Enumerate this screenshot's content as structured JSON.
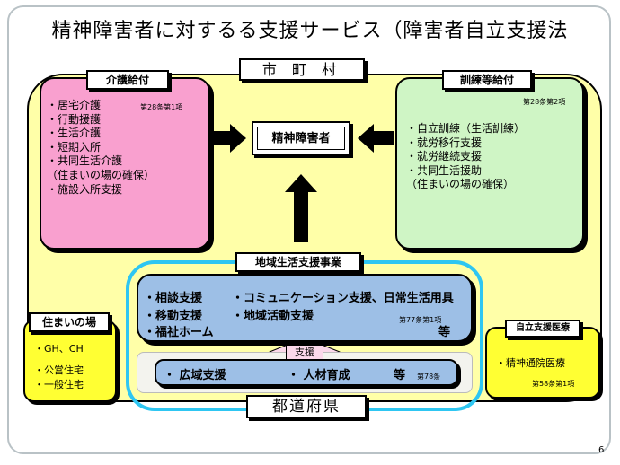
{
  "title": "精神障害者に対するる支援サービス（障害者自立支援法",
  "city_label": "市 町 村",
  "prefecture_label": "都道府県",
  "center_label": "精神障害者",
  "kaigo": {
    "tag": "介護給付",
    "article": "第28条第1項",
    "items": [
      "・居宅介護",
      "・行動援護",
      "・生活介護",
      "・短期入所",
      "・共同生活介護",
      "（住まいの場の確保）",
      "・施設入所支援"
    ]
  },
  "kunren": {
    "tag": "訓練等給付",
    "article": "第28条第2項",
    "items": [
      "・自立訓練（生活訓練）",
      "・就労移行支援",
      "・就労継続支援",
      "・共同生活援助",
      "（住まいの場の確保）"
    ]
  },
  "chiiki": {
    "tag": "地域生活支援事業",
    "row1_a": "・相談支援",
    "row1_b": "・コミュニケーション支援、日常生活用具",
    "row2_a": "・移動支援",
    "row2_b": "・地域活動支援",
    "row3_a": "・福祉ホーム",
    "article": "第77条第1項",
    "etc": "等"
  },
  "shien_label": "支援",
  "pref_services": {
    "item1": "・ 広域支援",
    "item2": "・ 人材育成",
    "etc": "等",
    "article": "第78条"
  },
  "sumai": {
    "tag": "住まいの場",
    "items": [
      "・GH、CH",
      "・公営住宅",
      "・一般住宅"
    ]
  },
  "iryo": {
    "tag": "自立支援医療",
    "item": "・精神通院医療",
    "article": "第58条第1項"
  },
  "page_number": "6"
}
